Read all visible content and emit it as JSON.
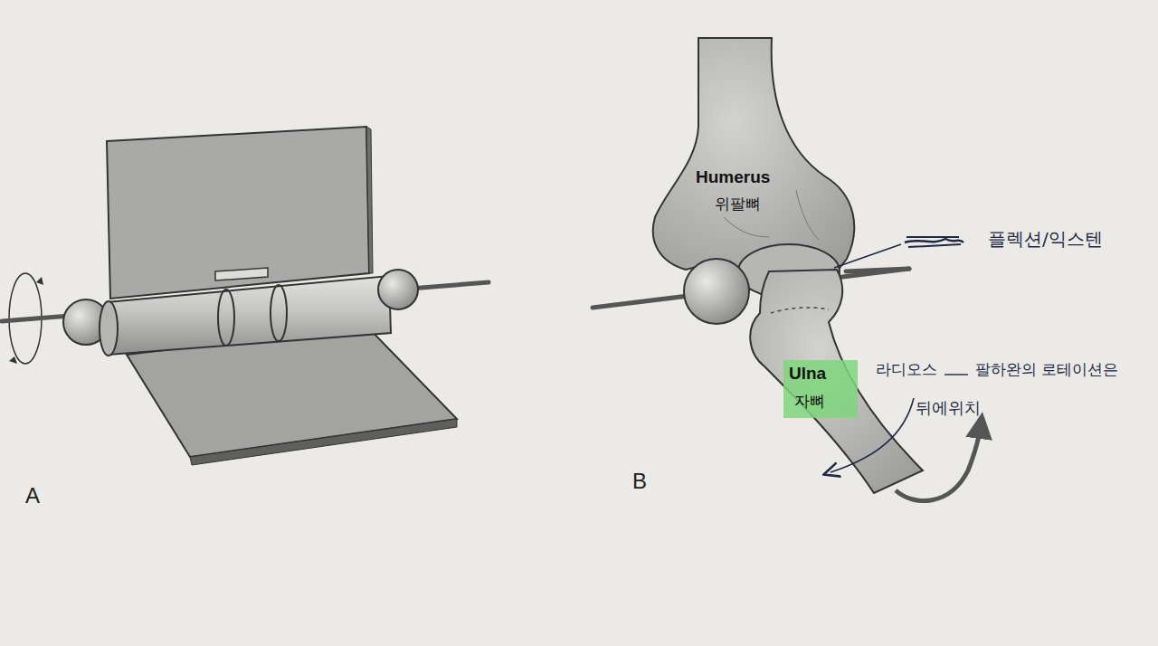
{
  "diagram": {
    "labels": [
      "A",
      "B",
      "Humerus",
      "위팔뼈",
      "Ulna",
      "자뼈",
      "플렉션/익스텐",
      "라디오스",
      "팔하완의 로테이션은",
      "뒤에위치"
    ]
  }
}
